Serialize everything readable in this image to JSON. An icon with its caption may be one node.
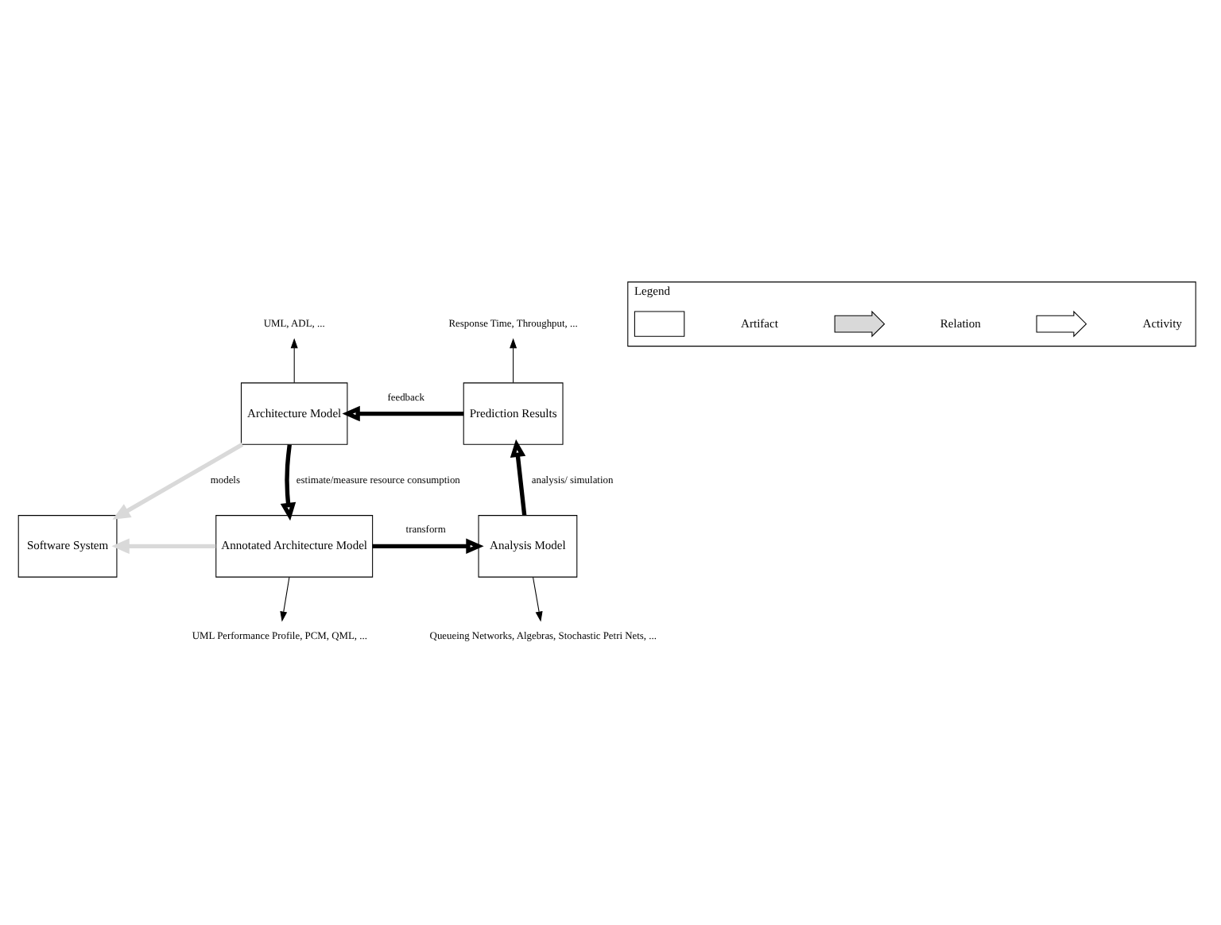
{
  "diagram": {
    "nodes": [
      {
        "text": [
          "Software System"
        ]
      },
      {
        "text": [
          "Architecture Model"
        ]
      },
      {
        "text": [
          "Annotated Architecture Model"
        ]
      },
      {
        "text": [
          "Analysis Model"
        ]
      },
      {
        "text": [
          "Prediction Results"
        ]
      },
      {
        "text": [
          "UML, ADL, ..."
        ]
      },
      {
        "text": [
          "Response Time, Throughput, ..."
        ]
      },
      {
        "text": [
          "UML Performance Profile, PCM, QML, ..."
        ]
      },
      {
        "text": [
          "Queueing Networks, Algebras, Stochastic Petri Nets, ..."
        ]
      },
      {
        "text": [
          "Legend"
        ]
      },
      {
        "text": [],
        "shape": "box",
        "in": 9
      },
      {
        "text": [],
        "shape": "arrow",
        "in": 9
      },
      {
        "text": [],
        "shape": "arrow",
        "in": 9
      }
    ],
    "edges": [
      {
        "from": 1,
        "to": 0,
        "arrow": "to",
        "label": "models",
        "color": "#d9d9d9"
      },
      {
        "from": 2,
        "to": 0,
        "arrow": "to",
        "color": "#d9d9d9"
      },
      {
        "from": 4,
        "to": 1,
        "arrow": "to",
        "label": "feedback"
      },
      {
        "from": 1,
        "to": 2,
        "arrow": "to",
        "label": "estimate/measure resource consumption"
      },
      {
        "from": 2,
        "to": 3,
        "arrow": "to",
        "label": "transform"
      },
      {
        "from": 3,
        "to": 4,
        "arrow": "to",
        "label": "analysis/ simulation"
      },
      {
        "from": 1,
        "to": 5,
        "arrow": "to"
      },
      {
        "from": 4,
        "to": 6,
        "arrow": "to"
      },
      {
        "from": 2,
        "to": 7,
        "arrow": "to"
      },
      {
        "from": 3,
        "to": 8,
        "arrow": "to"
      }
    ],
    "legend": [
      {
        "text": "Artifact"
      },
      {
        "text": "Relation"
      },
      {
        "text": "Activity"
      }
    ]
  }
}
